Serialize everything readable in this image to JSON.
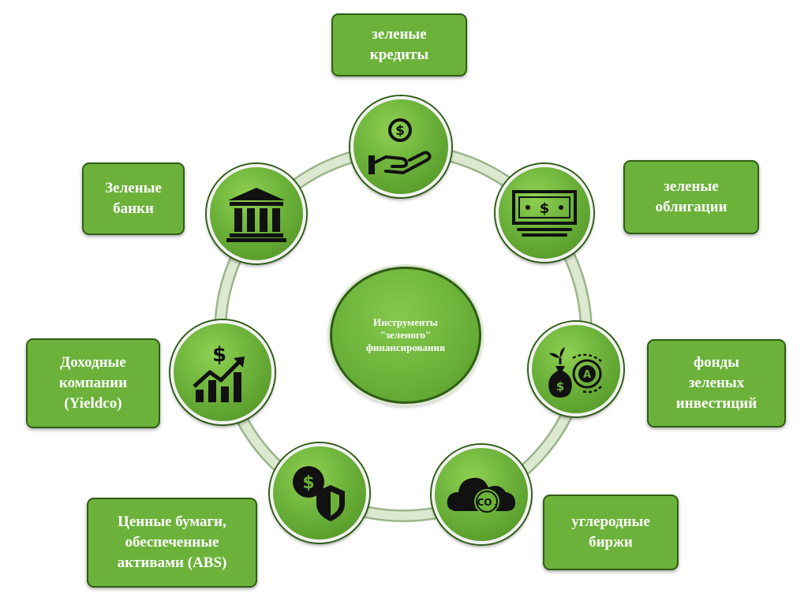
{
  "colors": {
    "node_green": "#6cb23a",
    "border_dark": "#2f5e15",
    "ring": "#cfe0bf",
    "text": "#ffffff",
    "icon": "#111111"
  },
  "center": {
    "text": "Инструменты\n\"зеленого\"\nфинансирования"
  },
  "items": [
    {
      "label": "зеленые\nкредиты",
      "icon": "hand-dollar-icon"
    },
    {
      "label": "зеленые\nоблигации",
      "icon": "banknote-icon"
    },
    {
      "label": "фонды\nзеленых\nинвестиций",
      "icon": "money-bag-plant-icon"
    },
    {
      "label": "углеродные\nбиржи",
      "icon": "co2-cloud-icon"
    },
    {
      "label": "Ценные бумаги,\nобеспеченные\nактивами (ABS)",
      "icon": "dollar-shield-icon"
    },
    {
      "label": "Доходные\nкомпании\n(Yieldco)",
      "icon": "growth-chart-icon"
    },
    {
      "label": "Зеленые\nбанки",
      "icon": "bank-icon"
    }
  ]
}
